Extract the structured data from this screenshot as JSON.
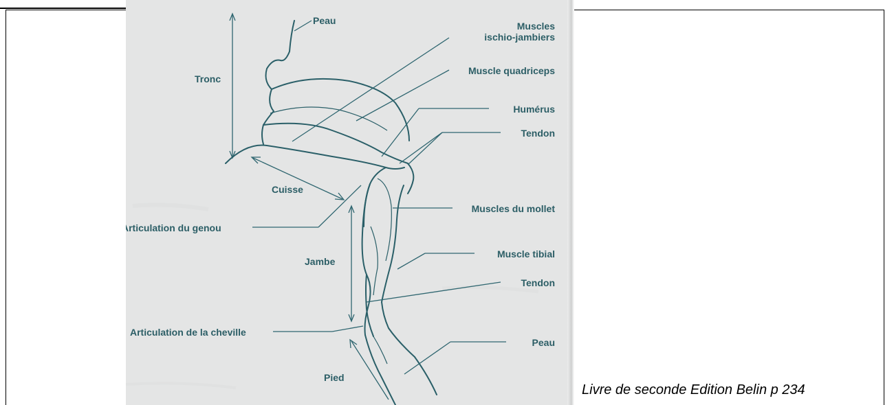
{
  "diagram": {
    "labels": {
      "peau_top": "Peau",
      "muscles_ischio_line1": "Muscles",
      "muscles_ischio_line2": "ischio-jambiers",
      "muscle_quadriceps": "Muscle quadriceps",
      "humerus": "Humérus",
      "tendon_top": "Tendon",
      "tronc": "Tronc",
      "cuisse": "Cuisse",
      "articulation_genou": "Articulation du genou",
      "muscles_mollet": "Muscles du mollet",
      "jambe": "Jambe",
      "muscle_tibial": "Muscle tibial",
      "tendon_bottom": "Tendon",
      "articulation_cheville": "Articulation de la cheville",
      "peau_bottom": "Peau",
      "pied": "Pied"
    }
  },
  "caption": "Livre de seconde Edition Belin  p 234",
  "colors": {
    "diagram_ink": "#2c5e66",
    "scan_background": "#e5e6e6",
    "frame": "#000000"
  }
}
